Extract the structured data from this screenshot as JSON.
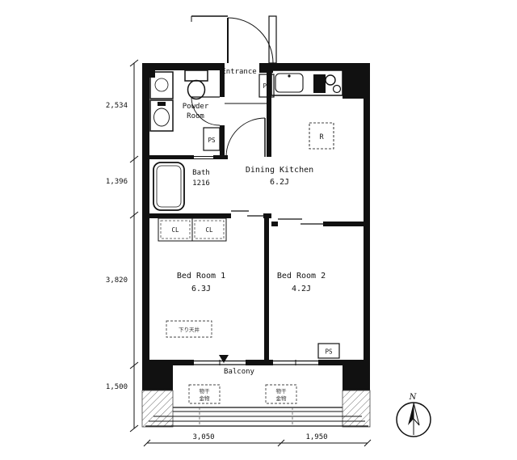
{
  "plan": {
    "entrance": {
      "label": "Entrance",
      "ps": "PS"
    },
    "powder_room": {
      "line1": "Powder",
      "line2": "Room",
      "ps": "PS"
    },
    "bath": {
      "label": "Bath",
      "size": "1216"
    },
    "dining_kitchen": {
      "label": "Dining Kitchen",
      "area": "6.2J",
      "refrigerator": "R"
    },
    "bed_room_1": {
      "label": "Bed Room 1",
      "area": "6.3J",
      "closet_left": "CL",
      "closet_right": "CL",
      "ceiling_note": "下り天井"
    },
    "bed_room_2": {
      "label": "Bed Room 2",
      "area": "4.2J",
      "ps": "PS"
    },
    "balcony": {
      "label": "Balcony",
      "fixture_line1": "物干",
      "fixture_line2": "金物"
    },
    "dimensions": {
      "left": [
        "2,534",
        "1,396",
        "3,820",
        "1,500"
      ],
      "bottom": [
        "3,050",
        "1,950"
      ]
    },
    "compass": {
      "north": "N"
    }
  }
}
